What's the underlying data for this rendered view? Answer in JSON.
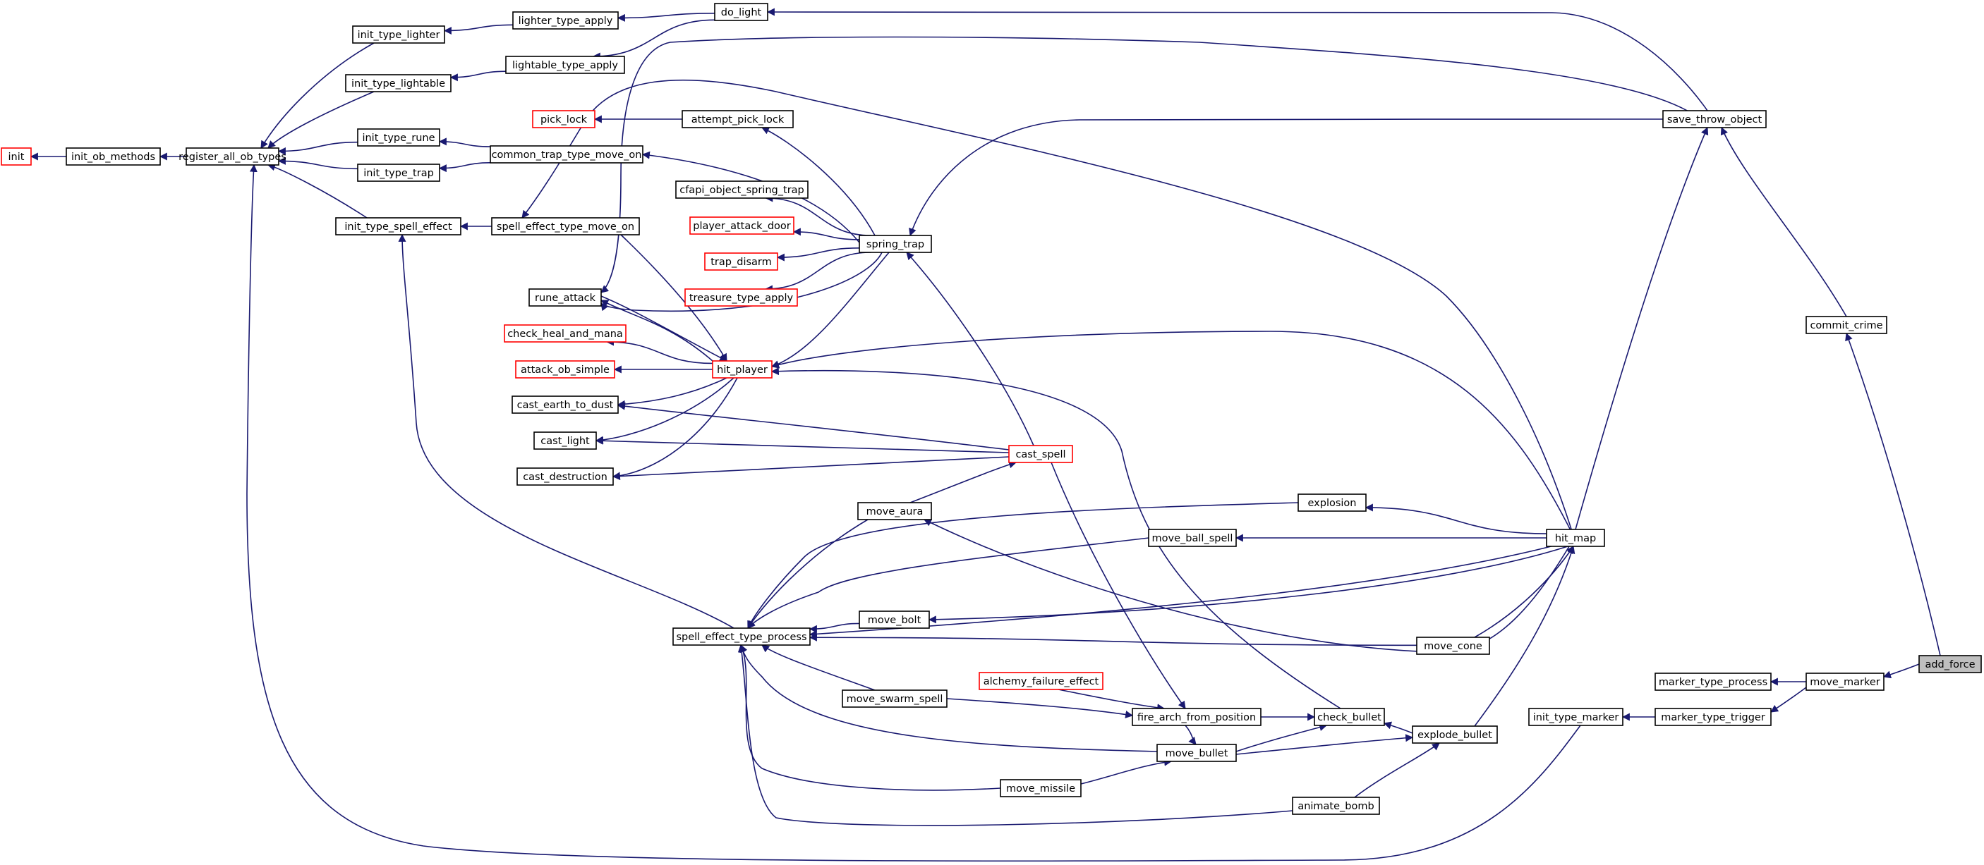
{
  "graph": {
    "title": "",
    "colors": {
      "edge": "#191970",
      "node_border": "#000000",
      "truncated_border": "#ff0000",
      "root_fill": "#bfbfbf"
    },
    "nodes": [
      {
        "id": "init",
        "label": "init",
        "style": "red"
      },
      {
        "id": "init_ob_methods",
        "label": "init_ob_methods"
      },
      {
        "id": "register_all_ob_types",
        "label": "register_all_ob_types"
      },
      {
        "id": "init_type_lighter",
        "label": "init_type_lighter"
      },
      {
        "id": "init_type_lightable",
        "label": "init_type_lightable"
      },
      {
        "id": "init_type_rune",
        "label": "init_type_rune"
      },
      {
        "id": "init_type_trap",
        "label": "init_type_trap"
      },
      {
        "id": "init_type_spell_effect",
        "label": "init_type_spell_effect"
      },
      {
        "id": "lighter_type_apply",
        "label": "lighter_type_apply"
      },
      {
        "id": "lightable_type_apply",
        "label": "lightable_type_apply"
      },
      {
        "id": "common_trap_type_move_on",
        "label": "common_trap_type_move_on"
      },
      {
        "id": "spell_effect_type_move_on",
        "label": "spell_effect_type_move_on"
      },
      {
        "id": "do_light",
        "label": "do_light"
      },
      {
        "id": "pick_lock",
        "label": "pick_lock",
        "style": "red"
      },
      {
        "id": "attempt_pick_lock",
        "label": "attempt_pick_lock"
      },
      {
        "id": "cfapi_object_spring_trap",
        "label": "cfapi_object_spring_trap"
      },
      {
        "id": "player_attack_door",
        "label": "player_attack_door",
        "style": "red"
      },
      {
        "id": "trap_disarm",
        "label": "trap_disarm",
        "style": "red"
      },
      {
        "id": "treasure_type_apply",
        "label": "treasure_type_apply",
        "style": "red"
      },
      {
        "id": "spring_trap",
        "label": "spring_trap"
      },
      {
        "id": "rune_attack",
        "label": "rune_attack"
      },
      {
        "id": "check_heal_and_mana",
        "label": "check_heal_and_mana",
        "style": "red"
      },
      {
        "id": "attack_ob_simple",
        "label": "attack_ob_simple",
        "style": "red"
      },
      {
        "id": "hit_player",
        "label": "hit_player",
        "style": "red"
      },
      {
        "id": "cast_earth_to_dust",
        "label": "cast_earth_to_dust"
      },
      {
        "id": "cast_light",
        "label": "cast_light"
      },
      {
        "id": "cast_destruction",
        "label": "cast_destruction"
      },
      {
        "id": "cast_spell",
        "label": "cast_spell",
        "style": "red"
      },
      {
        "id": "move_aura",
        "label": "move_aura"
      },
      {
        "id": "explosion",
        "label": "explosion"
      },
      {
        "id": "move_ball_spell",
        "label": "move_ball_spell"
      },
      {
        "id": "move_bolt",
        "label": "move_bolt"
      },
      {
        "id": "spell_effect_type_process",
        "label": "spell_effect_type_process"
      },
      {
        "id": "move_cone",
        "label": "move_cone"
      },
      {
        "id": "alchemy_failure_effect",
        "label": "alchemy_failure_effect",
        "style": "red"
      },
      {
        "id": "move_swarm_spell",
        "label": "move_swarm_spell"
      },
      {
        "id": "fire_arch_from_position",
        "label": "fire_arch_from_position"
      },
      {
        "id": "check_bullet",
        "label": "check_bullet"
      },
      {
        "id": "move_bullet",
        "label": "move_bullet"
      },
      {
        "id": "explode_bullet",
        "label": "explode_bullet"
      },
      {
        "id": "move_missile",
        "label": "move_missile"
      },
      {
        "id": "animate_bomb",
        "label": "animate_bomb"
      },
      {
        "id": "hit_map",
        "label": "hit_map"
      },
      {
        "id": "save_throw_object",
        "label": "save_throw_object"
      },
      {
        "id": "commit_crime",
        "label": "commit_crime"
      },
      {
        "id": "init_type_marker",
        "label": "init_type_marker"
      },
      {
        "id": "marker_type_process",
        "label": "marker_type_process"
      },
      {
        "id": "marker_type_trigger",
        "label": "marker_type_trigger"
      },
      {
        "id": "move_marker",
        "label": "move_marker"
      },
      {
        "id": "add_force",
        "label": "add_force",
        "style": "gray"
      }
    ],
    "edges": [
      [
        "init_ob_methods",
        "init"
      ],
      [
        "register_all_ob_types",
        "init_ob_methods"
      ],
      [
        "init_type_lighter",
        "register_all_ob_types"
      ],
      [
        "init_type_lightable",
        "register_all_ob_types"
      ],
      [
        "init_type_rune",
        "register_all_ob_types"
      ],
      [
        "init_type_trap",
        "register_all_ob_types"
      ],
      [
        "init_type_spell_effect",
        "register_all_ob_types"
      ],
      [
        "init_type_marker",
        "register_all_ob_types"
      ],
      [
        "lighter_type_apply",
        "init_type_lighter"
      ],
      [
        "lightable_type_apply",
        "init_type_lightable"
      ],
      [
        "common_trap_type_move_on",
        "init_type_rune"
      ],
      [
        "common_trap_type_move_on",
        "init_type_trap"
      ],
      [
        "spell_effect_type_move_on",
        "init_type_spell_effect"
      ],
      [
        "spell_effect_type_process",
        "init_type_spell_effect"
      ],
      [
        "do_light",
        "lighter_type_apply"
      ],
      [
        "do_light",
        "lightable_type_apply"
      ],
      [
        "attempt_pick_lock",
        "pick_lock"
      ],
      [
        "spring_trap",
        "attempt_pick_lock"
      ],
      [
        "spring_trap",
        "common_trap_type_move_on"
      ],
      [
        "spring_trap",
        "cfapi_object_spring_trap"
      ],
      [
        "spring_trap",
        "player_attack_door"
      ],
      [
        "spring_trap",
        "trap_disarm"
      ],
      [
        "spring_trap",
        "treasure_type_apply"
      ],
      [
        "spring_trap",
        "rune_attack"
      ],
      [
        "spring_trap",
        "hit_player"
      ],
      [
        "hit_player",
        "spell_effect_type_move_on"
      ],
      [
        "hit_player",
        "rune_attack"
      ],
      [
        "hit_player",
        "check_heal_and_mana"
      ],
      [
        "hit_player",
        "attack_ob_simple"
      ],
      [
        "hit_player",
        "cast_earth_to_dust"
      ],
      [
        "hit_player",
        "cast_light"
      ],
      [
        "hit_player",
        "cast_destruction"
      ],
      [
        "hit_player",
        "check_bullet"
      ],
      [
        "rune_attack",
        "hit_player"
      ],
      [
        "cast_earth_to_dust",
        "cast_spell"
      ],
      [
        "cast_light",
        "cast_spell"
      ],
      [
        "cast_destruction",
        "cast_spell"
      ],
      [
        "cast_spell",
        "spring_trap"
      ],
      [
        "cast_spell",
        "move_aura"
      ],
      [
        "cast_spell",
        "fire_arch_from_position"
      ],
      [
        "move_aura",
        "spell_effect_type_process"
      ],
      [
        "explosion",
        "spell_effect_type_process"
      ],
      [
        "move_ball_spell",
        "spell_effect_type_process"
      ],
      [
        "move_bolt",
        "spell_effect_type_process"
      ],
      [
        "move_cone",
        "spell_effect_type_process"
      ],
      [
        "move_swarm_spell",
        "spell_effect_type_process"
      ],
      [
        "move_missile",
        "spell_effect_type_process"
      ],
      [
        "fire_arch_from_position",
        "alchemy_failure_effect"
      ],
      [
        "fire_arch_from_position",
        "move_swarm_spell"
      ],
      [
        "fire_arch_from_position",
        "check_bullet"
      ],
      [
        "fire_arch_from_position",
        "move_bullet"
      ],
      [
        "check_bullet",
        "move_bullet"
      ],
      [
        "check_bullet",
        "explode_bullet"
      ],
      [
        "move_bullet",
        "spell_effect_type_process"
      ],
      [
        "move_bullet",
        "move_missile"
      ],
      [
        "explode_bullet",
        "move_bullet"
      ],
      [
        "explode_bullet",
        "animate_bomb"
      ],
      [
        "animate_bomb",
        "spell_effect_type_process"
      ],
      [
        "hit_map",
        "explosion"
      ],
      [
        "hit_map",
        "move_ball_spell"
      ],
      [
        "hit_map",
        "move_bolt"
      ],
      [
        "hit_map",
        "move_cone"
      ],
      [
        "hit_map",
        "move_aura"
      ],
      [
        "hit_map",
        "explode_bullet"
      ],
      [
        "hit_map",
        "hit_player"
      ],
      [
        "hit_map",
        "spell_effect_type_process"
      ],
      [
        "hit_map",
        "spell_effect_type_move_on"
      ],
      [
        "save_throw_object",
        "do_light"
      ],
      [
        "save_throw_object",
        "hit_map"
      ],
      [
        "save_throw_object",
        "spring_trap"
      ],
      [
        "save_throw_object",
        "rune_attack"
      ],
      [
        "commit_crime",
        "save_throw_object"
      ],
      [
        "add_force",
        "commit_crime"
      ],
      [
        "add_force",
        "move_marker"
      ],
      [
        "move_marker",
        "marker_type_process"
      ],
      [
        "move_marker",
        "marker_type_trigger"
      ],
      [
        "marker_type_trigger",
        "init_type_marker"
      ]
    ]
  }
}
